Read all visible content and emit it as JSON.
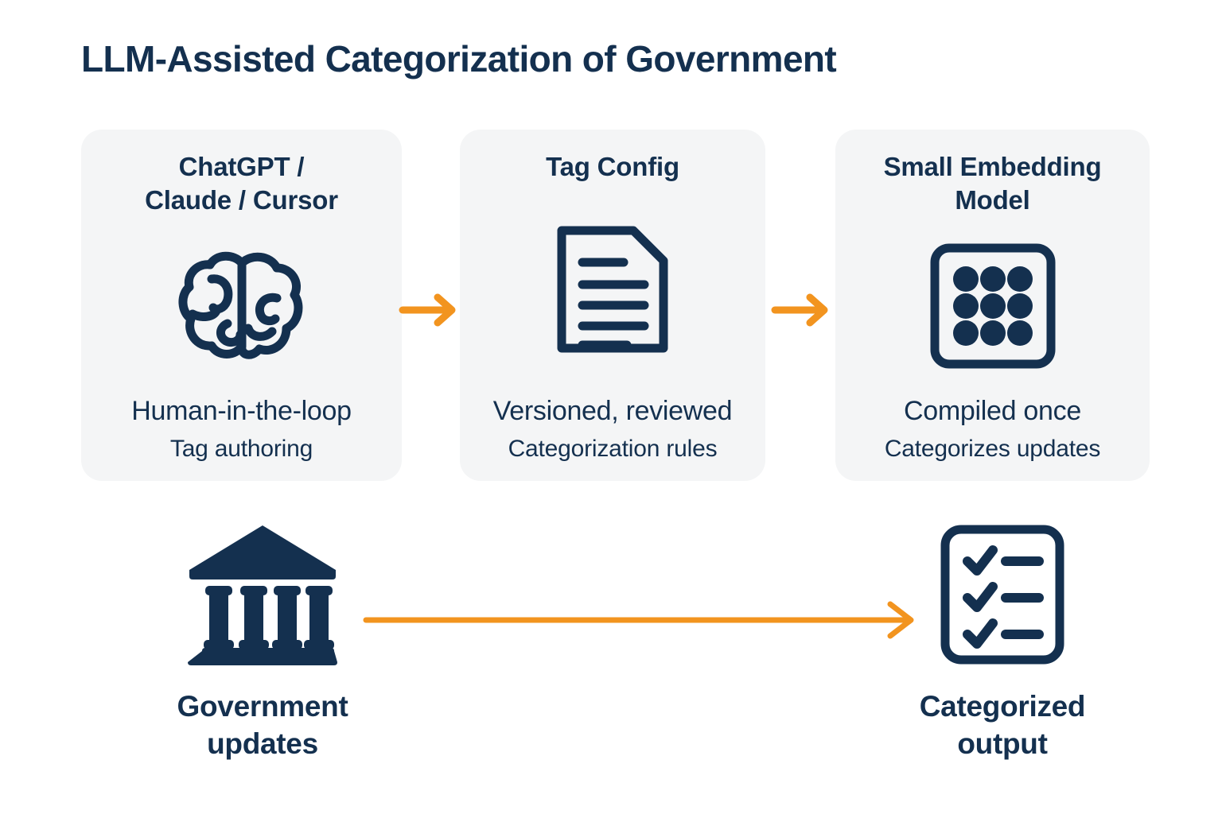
{
  "colors": {
    "navy": "#14304F",
    "orange": "#F2941F",
    "card_bg": "#F4F5F6",
    "page_bg": "#FFFFFF"
  },
  "header": {
    "title": "LLM-Assisted Categorization of Government"
  },
  "pipeline": {
    "cards": [
      {
        "title": "ChatGPT /\nClaude / Cursor",
        "title_line1": "ChatGPT /",
        "title_line2": "Claude / Cursor",
        "icon": "brain-icon",
        "subtitle_primary": "Human-in-the-loop",
        "subtitle_secondary": "Tag authoring"
      },
      {
        "title": "Tag Config",
        "title_line1": "Tag Config",
        "title_line2": "",
        "icon": "document-icon",
        "subtitle_primary": "Versioned, reviewed",
        "subtitle_secondary": "Categorization rules"
      },
      {
        "title": "Small Embedding\nModel",
        "title_line1": "Small Embedding",
        "title_line2": "Model",
        "icon": "dot-grid-icon",
        "subtitle_primary": "Compiled once",
        "subtitle_secondary": "Categorizes updates"
      }
    ],
    "connectors": [
      {
        "name": "arrow-right-icon",
        "from": "ChatGPT / Claude / Cursor",
        "to": "Tag Config"
      },
      {
        "name": "arrow-right-icon",
        "from": "Tag Config",
        "to": "Small Embedding Model"
      }
    ]
  },
  "flow": {
    "source": {
      "icon": "bank-icon",
      "label_line1": "Government",
      "label_line2": "updates"
    },
    "connector": {
      "name": "long-arrow-right-icon",
      "from": "Government updates",
      "to": "Categorized output"
    },
    "target": {
      "icon": "checklist-icon",
      "label_line1": "Categorized",
      "label_line2": "output"
    }
  }
}
